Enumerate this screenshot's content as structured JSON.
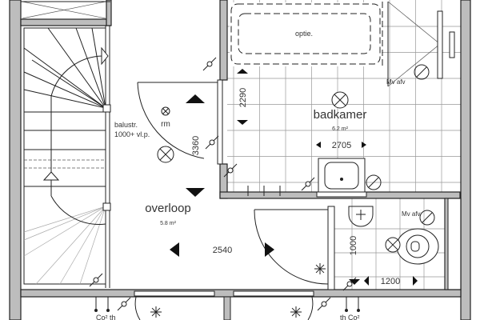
{
  "rooms": {
    "bathroom": {
      "name": "badkamer",
      "area": "6.2 m²",
      "width_dim": "2705",
      "height_dim": "2290",
      "bath_label": "optie.",
      "vent_label": "Mv afv"
    },
    "landing": {
      "name": "overloop",
      "area": "5.8 m²",
      "width_dim": "2540",
      "height_dim": "3360",
      "smoke_label": "rm",
      "railing_line1": "balustr.",
      "railing_line2": "1000+ vl.p."
    },
    "toilet": {
      "height_dim": "1000",
      "width_dim": "1200",
      "vent_label": "Mv afv"
    }
  },
  "bottom_labels": {
    "left": "Co² th",
    "right": "th Co²"
  }
}
